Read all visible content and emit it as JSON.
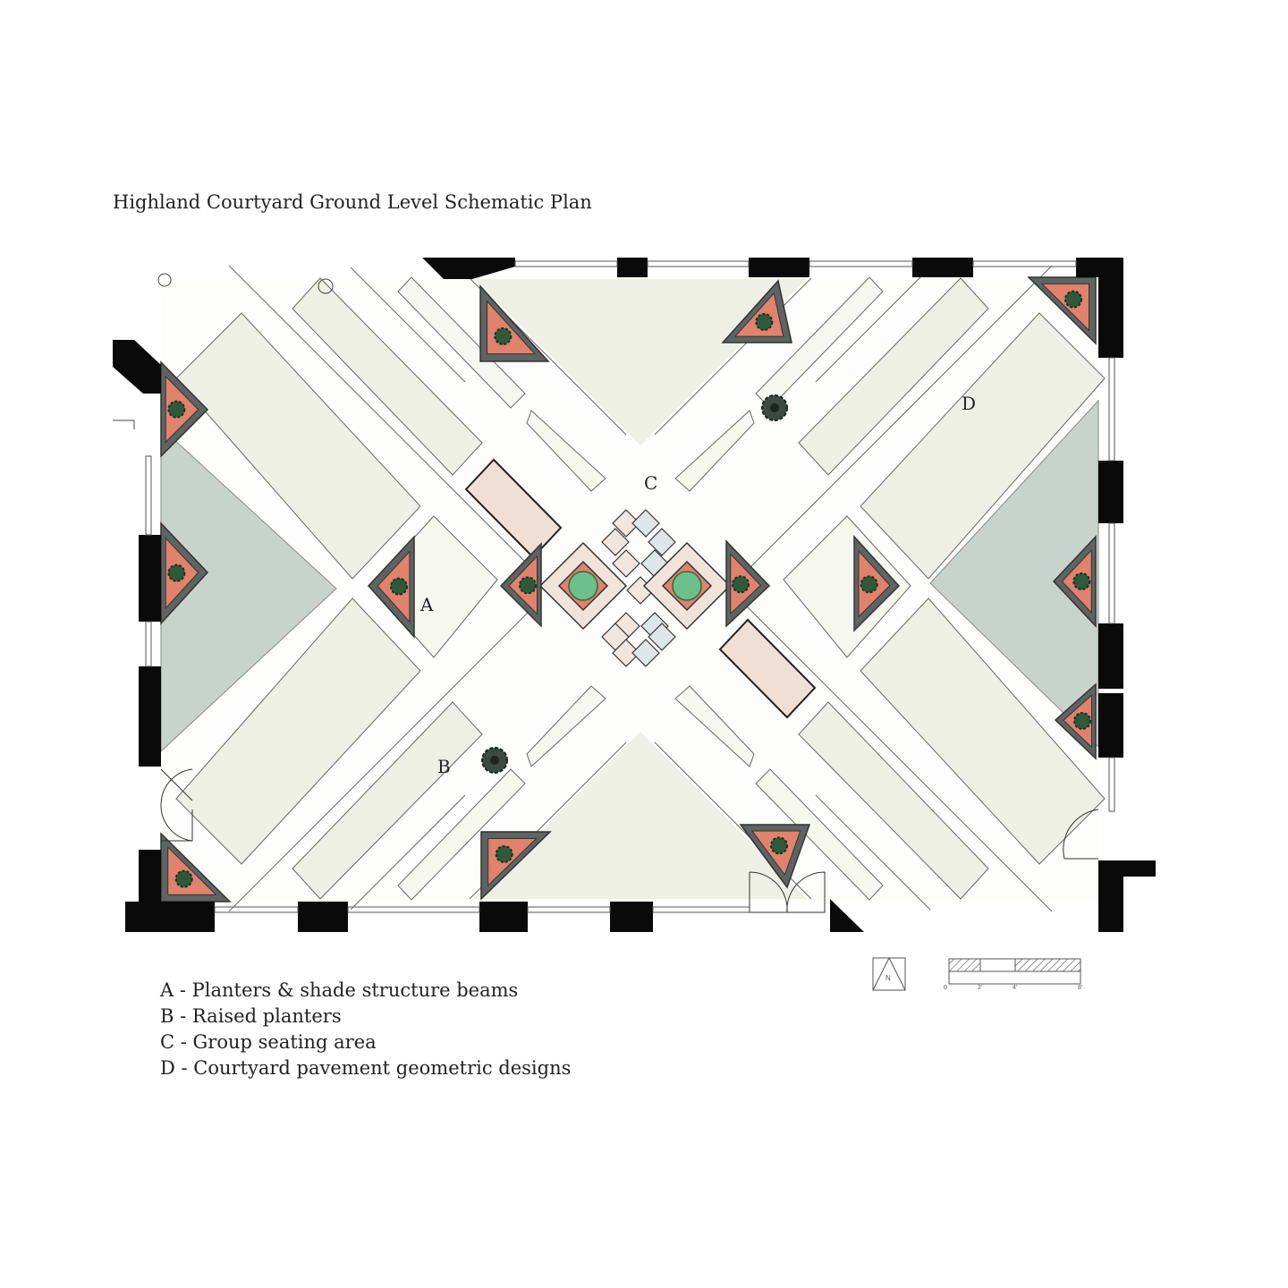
{
  "title": "Highland Courtyard Ground Level Schematic Plan",
  "plan_labels": {
    "a": "A",
    "b": "B",
    "c": "C",
    "d": "D"
  },
  "legend": [
    "A - Planters & shade structure beams",
    "B - Raised planters",
    "C - Group seating area",
    "D - Courtyard pavement geometric designs"
  ],
  "north_arrow": {
    "label": "N"
  },
  "scale_bar": {
    "ticks": [
      "0",
      "2'",
      "4'",
      "8'"
    ]
  },
  "colors": {
    "wall": "#0a0a0a",
    "paving": "#eef0e6",
    "grey_paving": "#c9d3cd",
    "seating_pink": "#f1dfd5",
    "planter_frame": "#5e6462",
    "planter_soil": "#e0826c",
    "foliage": "#2f5a3a",
    "center_green": "#6cc08a"
  }
}
